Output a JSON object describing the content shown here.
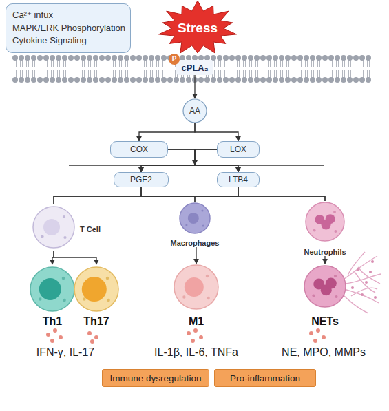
{
  "diagram": {
    "nodes": [
      {
        "text": [
          "Ca²⁺ infux",
          "MAPK/ERK Phosphorylation",
          "Cytokine Signaling"
        ]
      },
      {
        "text": [
          "Stress"
        ]
      },
      {
        "text": [
          "cPLA₂"
        ]
      },
      {
        "text": [
          "AA"
        ]
      },
      {
        "text": [
          "COX"
        ]
      },
      {
        "text": [
          "LOX"
        ]
      },
      {
        "text": [
          "PGE2"
        ]
      },
      {
        "text": [
          "LTB4"
        ]
      },
      {
        "text": [
          "T Cell"
        ]
      },
      {
        "text": [
          "Macrophages"
        ]
      },
      {
        "text": [
          "Neutrophils"
        ]
      },
      {
        "text": [
          "Th1"
        ]
      },
      {
        "text": [
          "Th17"
        ]
      },
      {
        "text": [
          "M1"
        ]
      },
      {
        "text": [
          "NETs"
        ]
      },
      {
        "text": [
          "Immune dysregulation"
        ]
      },
      {
        "text": [
          "Pro-inflammation"
        ]
      }
    ],
    "edges": [
      {
        "from": 2,
        "to": 3,
        "arrow": "to"
      },
      {
        "from": 3,
        "to": 4,
        "arrow": "to"
      },
      {
        "from": 3,
        "to": 5,
        "arrow": "to"
      },
      {
        "from": 4,
        "to": 6,
        "arrow": "to"
      },
      {
        "from": 4,
        "to": 7,
        "arrow": "to"
      },
      {
        "from": 5,
        "to": 6,
        "arrow": "to"
      },
      {
        "from": 5,
        "to": 7,
        "arrow": "to"
      },
      {
        "from": 6,
        "to": 8,
        "arrow": "none"
      },
      {
        "from": 6,
        "to": 9,
        "arrow": "none"
      },
      {
        "from": 6,
        "to": 10,
        "arrow": "none"
      },
      {
        "from": 7,
        "to": 8,
        "arrow": "none"
      },
      {
        "from": 7,
        "to": 9,
        "arrow": "none"
      },
      {
        "from": 7,
        "to": 10,
        "arrow": "none"
      },
      {
        "from": 8,
        "to": 11,
        "arrow": "to"
      },
      {
        "from": 8,
        "to": 12,
        "arrow": "to"
      },
      {
        "from": 9,
        "to": 13,
        "arrow": "to"
      },
      {
        "from": 10,
        "to": 14,
        "arrow": "to"
      }
    ],
    "labels": [
      "P",
      "IFN-γ, IL-17",
      "IL-1β, IL-6, TNFa",
      "NE, MPO, MMPs"
    ]
  }
}
